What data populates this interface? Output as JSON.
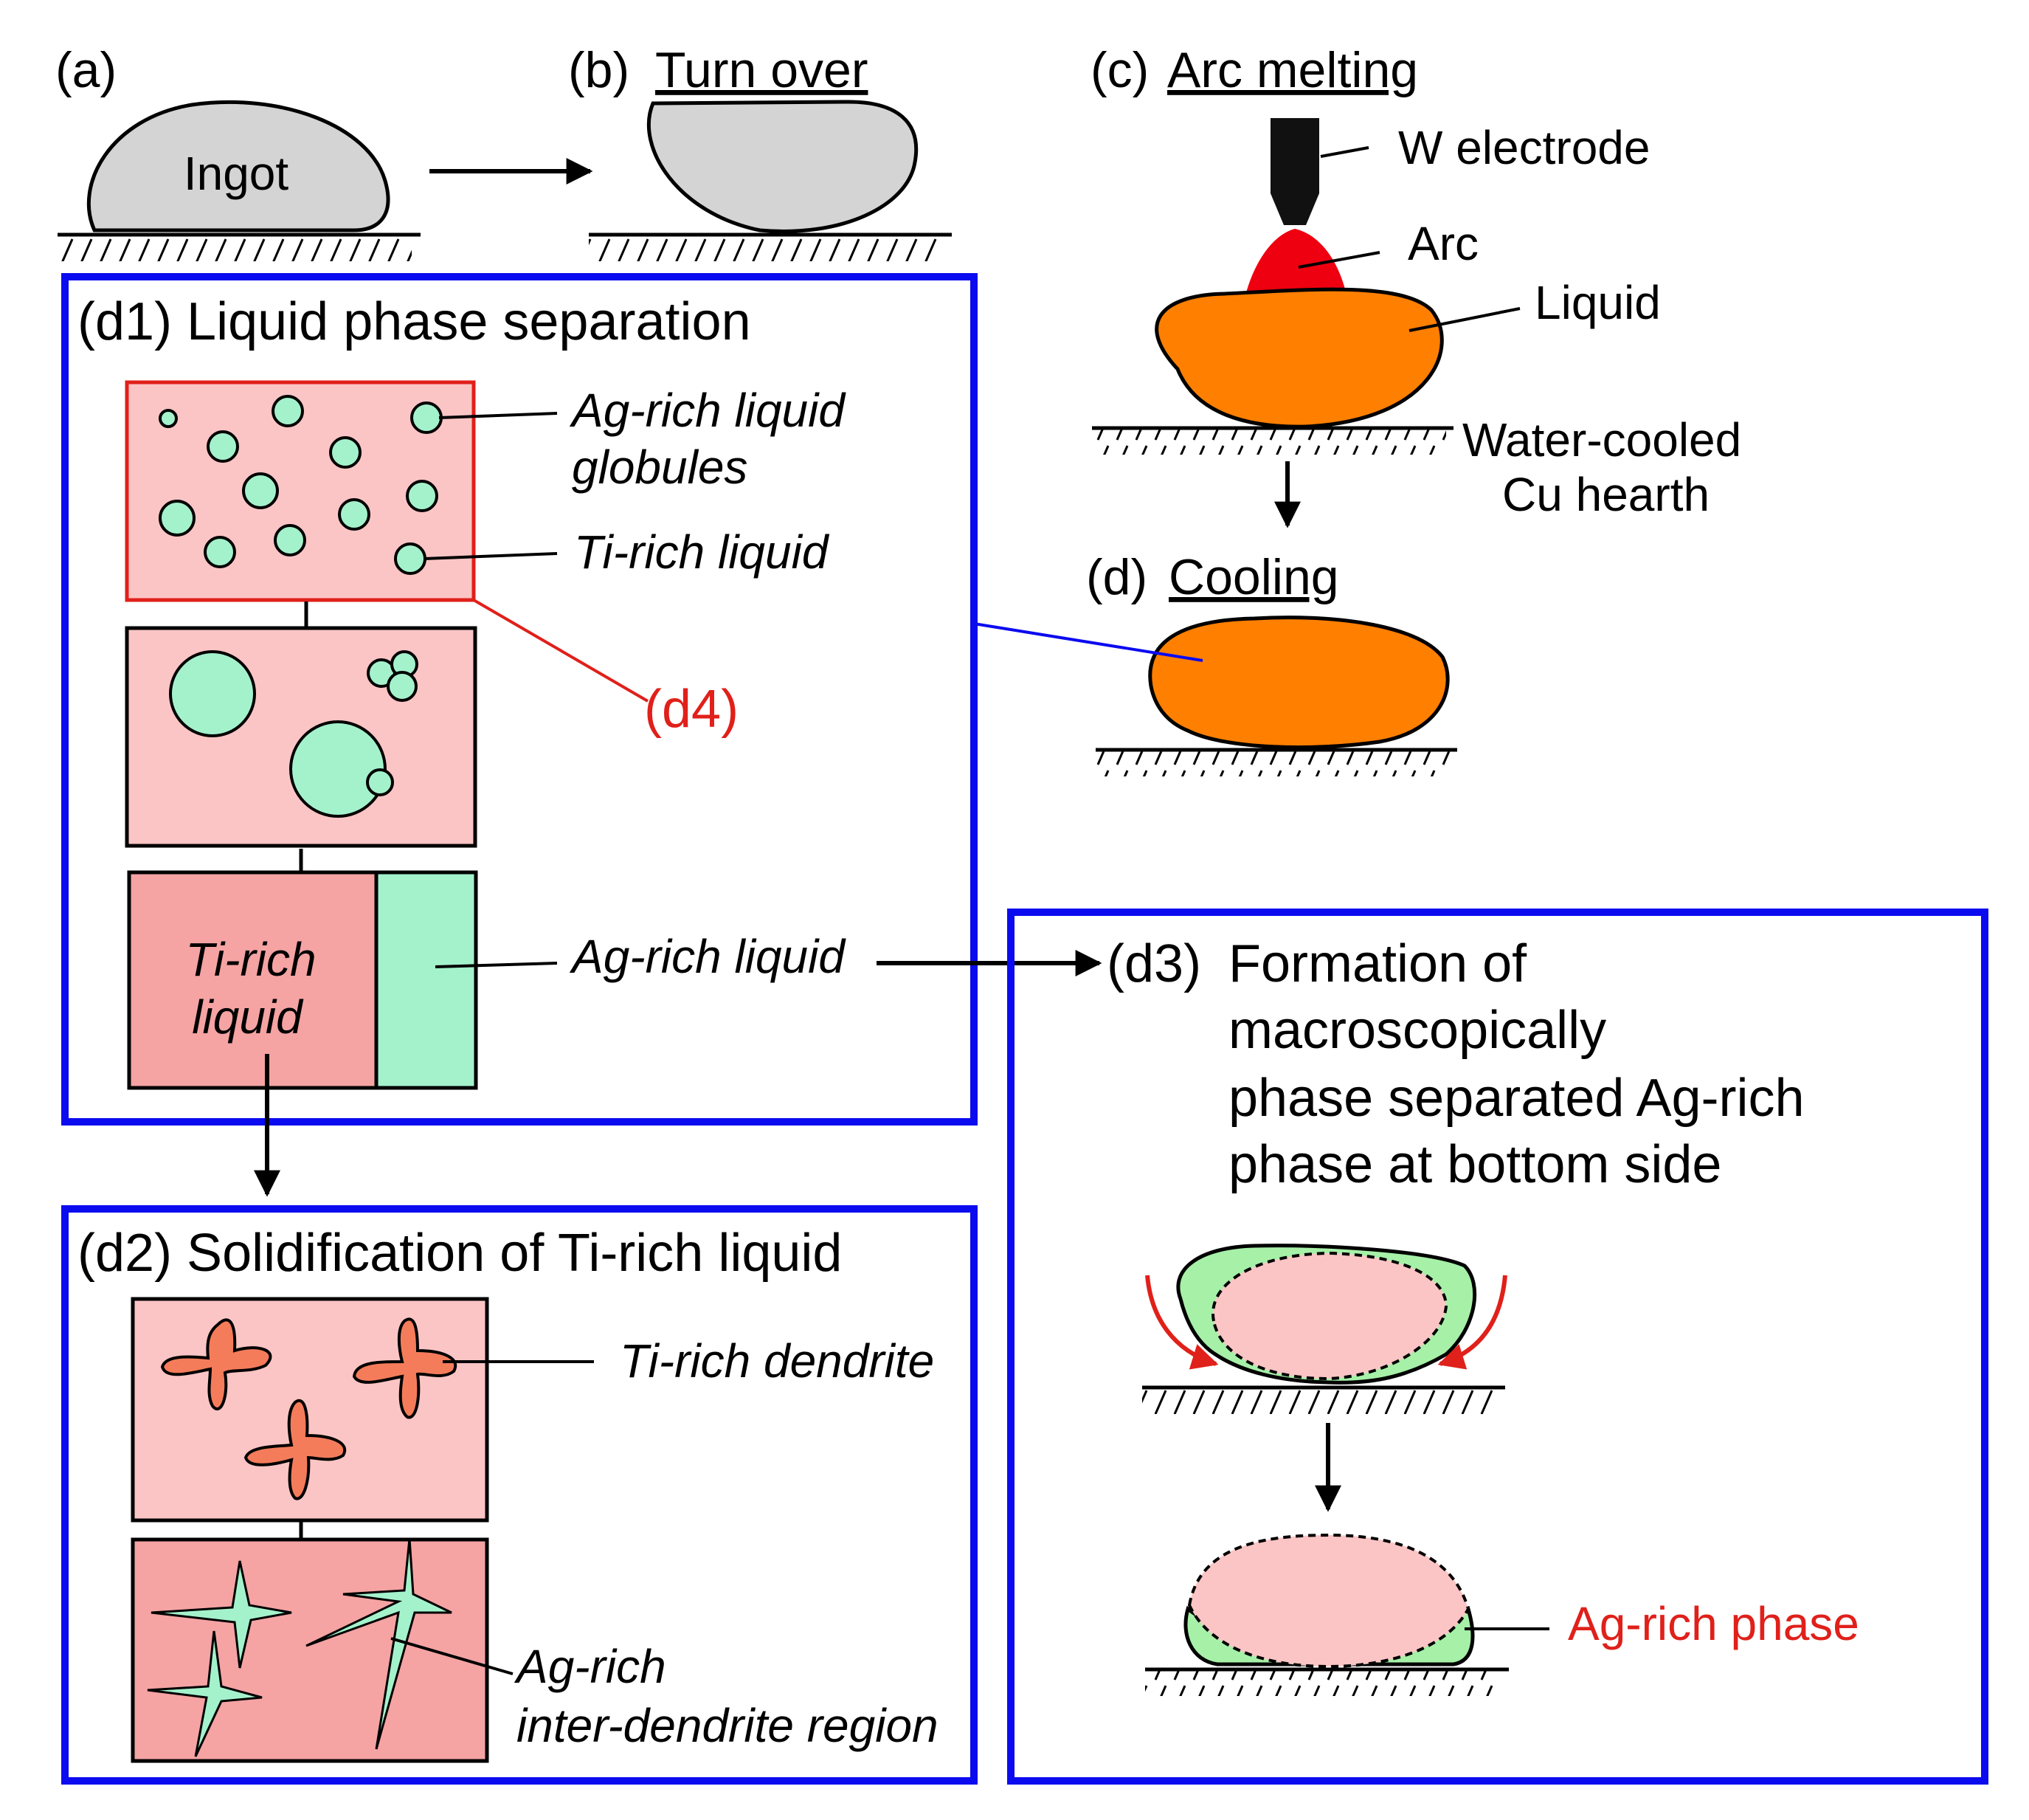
{
  "panels": {
    "a": {
      "tag": "(a)",
      "body": "Ingot"
    },
    "b": {
      "tag": "(b)",
      "title": "Turn over"
    },
    "c": {
      "tag": "(c)",
      "title": "Arc melting",
      "electrode": "W electrode",
      "arc": "Arc",
      "liquid": "Liquid",
      "hearth_1": "Water-cooled",
      "hearth_2": "Cu hearth"
    },
    "d": {
      "tag": "(d)",
      "title": "Cooling"
    },
    "d1": {
      "title": "(d1) Liquid phase separation",
      "globules_1": "Ag-rich liquid",
      "globules_2": "globules",
      "ti_rich": "Ti-rich liquid",
      "zoom": "(d4)",
      "ti_rich_box_1": "Ti-rich",
      "ti_rich_box_2": "liquid",
      "ag_rich": "Ag-rich liquid"
    },
    "d2": {
      "title": "(d2) Solidification of Ti-rich liquid",
      "dendrite": "Ti-rich dendrite",
      "inter_1": "Ag-rich",
      "inter_2": "inter-dendrite region"
    },
    "d3": {
      "tag": "(d3)",
      "line1": "Formation of",
      "line2": "macroscopically",
      "line3": "phase separated Ag-rich",
      "line4": "phase at bottom side",
      "ag_phase": "Ag-rich phase"
    }
  },
  "colors": {
    "frame_blue": "#0b0bf0",
    "zoom_red": "#e0201a",
    "ingot_gray": "#d4d4d4",
    "liquid_orange": "#ff7f00",
    "arc_red": "#ee0010",
    "pink": "#fcc5c5",
    "pink_dark": "#f5a3a3",
    "globule_green": "#a4f2cc",
    "phase_green": "#a6f0a8",
    "dendrite_orange": "#f47c5b"
  }
}
